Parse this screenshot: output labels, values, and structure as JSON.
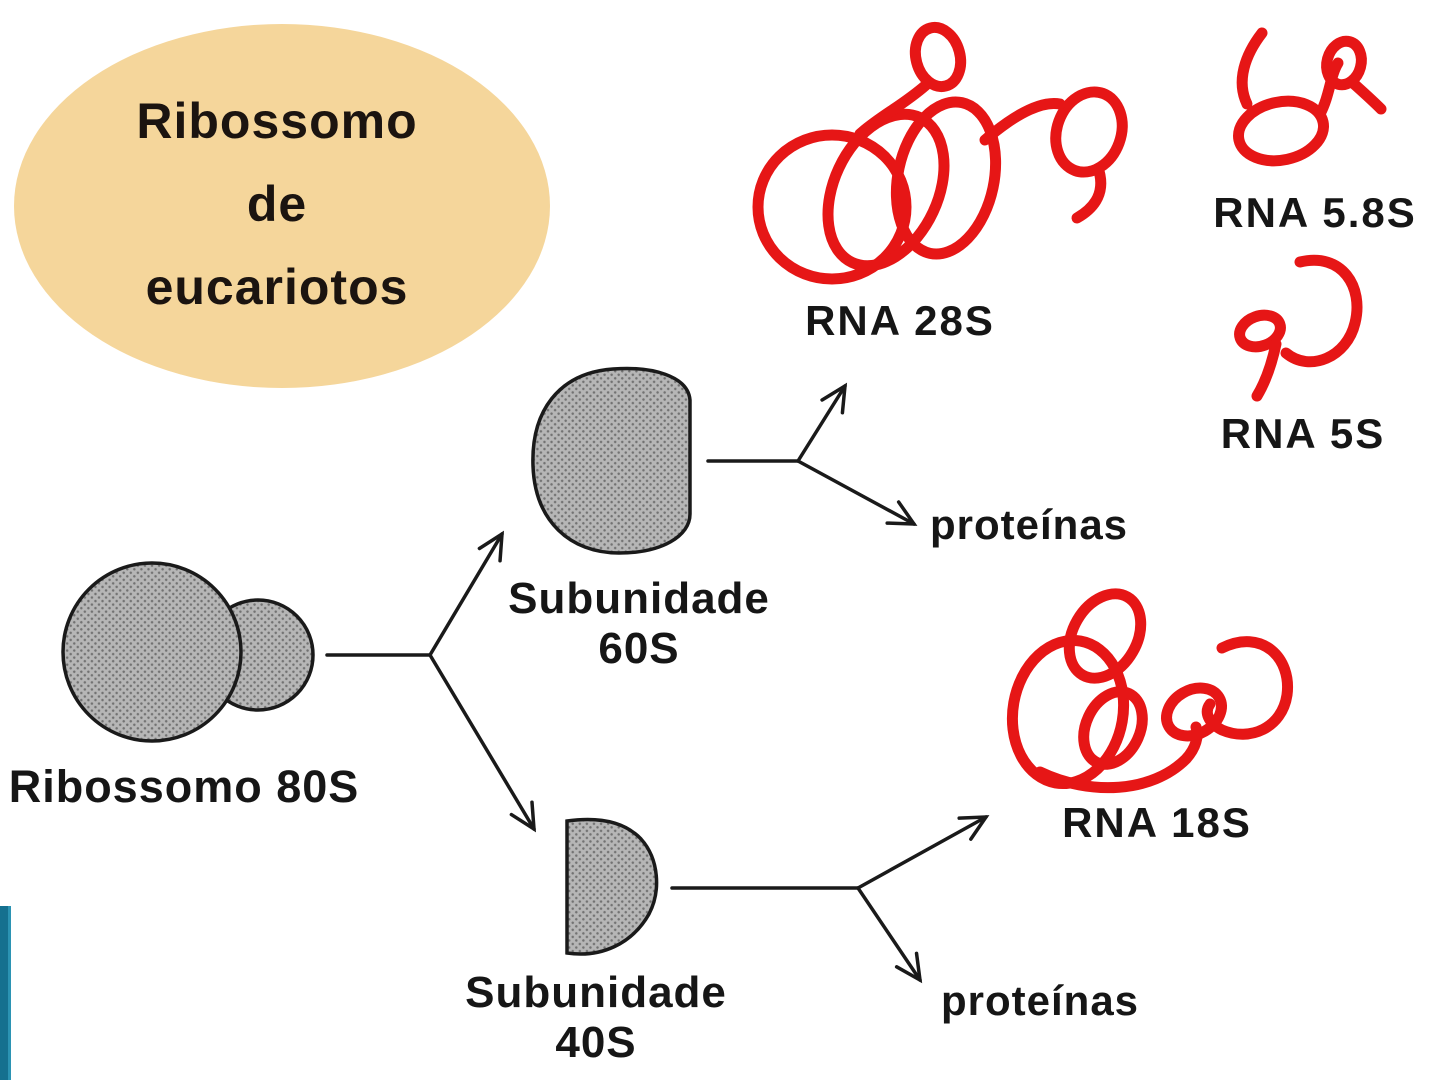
{
  "diagram": {
    "bubble": {
      "line1": "Ribossomo",
      "line2": "de",
      "line3": "eucariotos"
    },
    "ribosome_80s": {
      "label": "Ribossomo 80S"
    },
    "subunit_60s": {
      "name": "Subunidade",
      "value": "60S"
    },
    "subunit_40s": {
      "name": "Subunidade",
      "value": "40S"
    },
    "rna_28s": {
      "label": "RNA 28S"
    },
    "rna_5_8s": {
      "label": "RNA 5.8S"
    },
    "rna_5s": {
      "label": "RNA 5S"
    },
    "rna_18s": {
      "label": "RNA 18S"
    },
    "proteins_top": {
      "label": "proteínas"
    },
    "proteins_bottom": {
      "label": "proteínas"
    }
  },
  "colors": {
    "bubble_fill": "#f5d69b",
    "rna_red": "#e61616",
    "subunit_gray": "#a9a9a9",
    "outline_black": "#1a1a1a",
    "sidebar_teal": "#15708f",
    "background": "#ffffff"
  }
}
